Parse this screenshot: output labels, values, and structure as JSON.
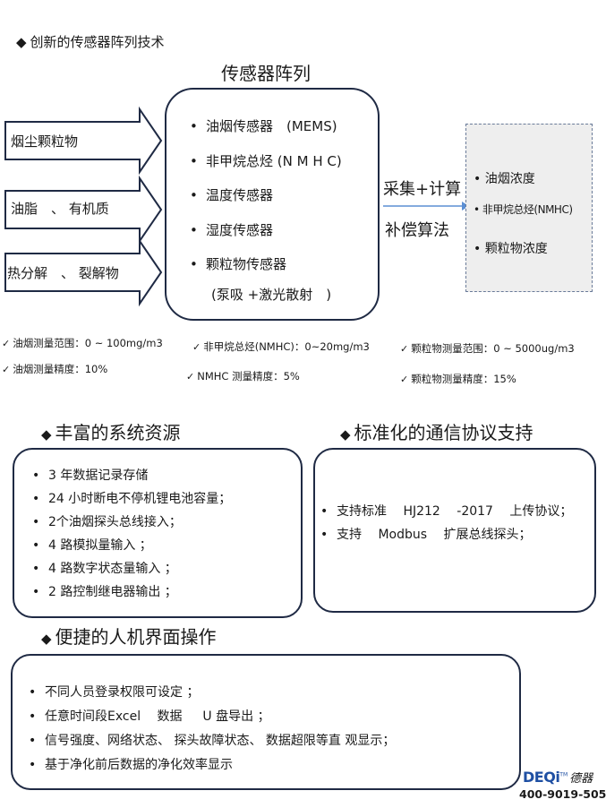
{
  "intro": {
    "heading": "创新的传感器阵列技术"
  },
  "sensor_array": {
    "title": "传感器阵列",
    "items": [
      "油烟传感器　(MEMS)",
      "非甲烷总烃 (N M H C)",
      "温度传感器",
      "湿度传感器",
      "颗粒物传感器"
    ],
    "note": "(泵吸 +激光散射　)"
  },
  "inputs": [
    "烟尘颗粒物",
    "油脂　、 有机质",
    "热分解　、 裂解物"
  ],
  "process": {
    "line1": "采集+计算",
    "line2": "补偿算法"
  },
  "outputs": [
    "油烟浓度",
    "非甲烷总烃(NMHC)",
    "颗粒物浓度"
  ],
  "specs": {
    "row1": [
      "油烟测量范围：0 ~ 100mg/m3",
      "非甲烷总烃(NMHC)：0~20mg/m3",
      "颗粒物测量范围：0 ~ 5000ug/m3"
    ],
    "row2": [
      "油烟测量精度：10%",
      "NMHC 测量精度：5%",
      "颗粒物测量精度：15%"
    ]
  },
  "resources": {
    "title": "丰富的系统资源",
    "items": [
      "3 年数据记录存储",
      "24 小时断电不停机锂电池容量；",
      "2个油烟探头总线接入；",
      "4 路模拟量输入 ；",
      "4 路数字状态量输入 ；",
      "2 路控制继电器输出 ；"
    ]
  },
  "protocol": {
    "title": "标准化的通信协议支持",
    "items": [
      "支持标准　 HJ212 　-2017 　上传协议；",
      "支持 　Modbus 　扩展总线探头；"
    ]
  },
  "hmi": {
    "title": "便捷的人机界面操作",
    "items": [
      "不同人员登录权限可设定 ；",
      "任意时间段Excel 　数据 　 U 盘导出 ；",
      "信号强度、网络状态、 探头故障状态、 数据超限等直 观显示；",
      "基于净化前后数据的净化效率显示"
    ]
  },
  "brand": {
    "logo": "DEQi",
    "tm": "TM",
    "cn_name": "德器",
    "phone": "400-9019-505"
  },
  "colors": {
    "box_border": "#1f2a44",
    "process_line": "#5b8fd4",
    "output_bg": "#eeeeee",
    "logo_blue": "#1e4fa3"
  }
}
